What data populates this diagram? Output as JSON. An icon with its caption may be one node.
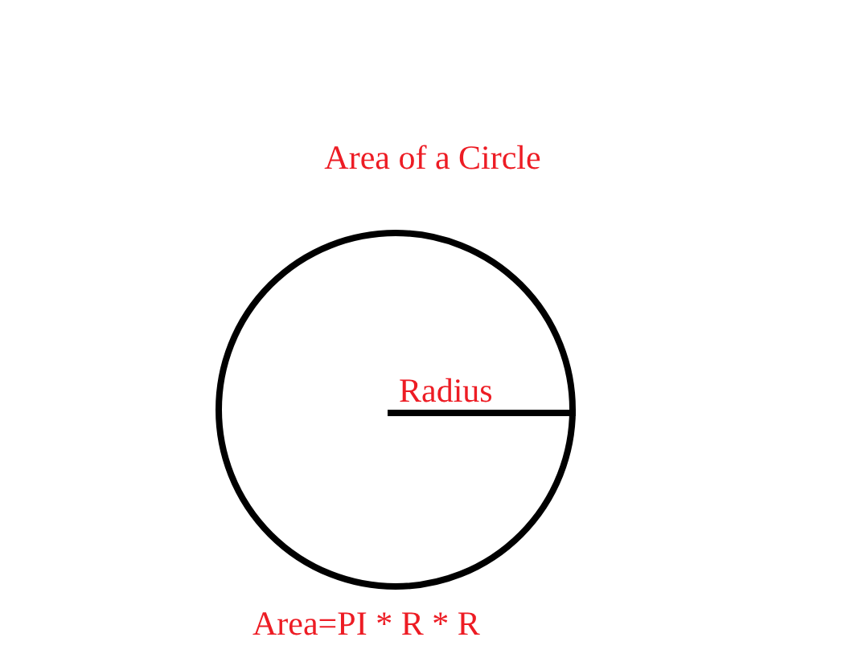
{
  "diagram": {
    "title": "Area of a Circle",
    "caption": "Area=PI * R * R",
    "nodes": [
      {
        "text": [
          "Radius"
        ]
      }
    ]
  }
}
